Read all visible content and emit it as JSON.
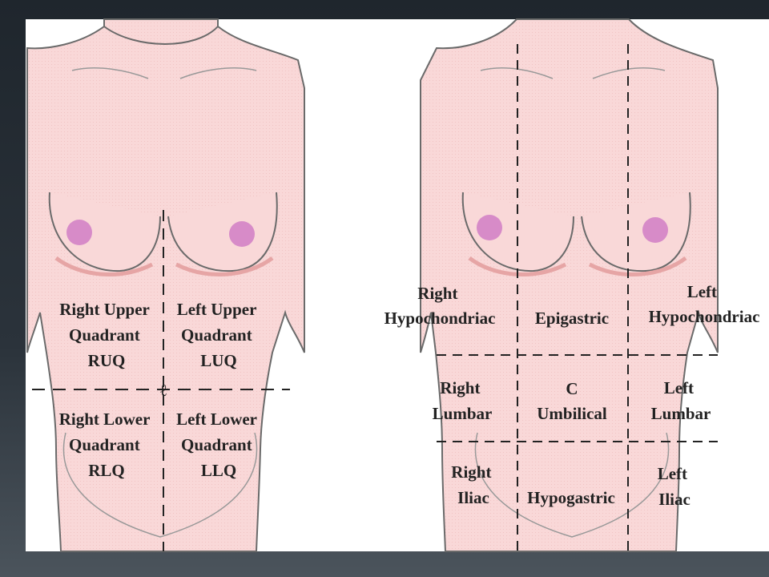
{
  "colors": {
    "skin": "#f9d8d8",
    "skin_dark": "#e6a5a5",
    "nipple": "#d78bc8",
    "outline": "#555555",
    "panel_bg": "#ffffff",
    "background": "#2b333b"
  },
  "quadrants": {
    "ruq": [
      "Right Upper",
      "Quadrant",
      "RUQ"
    ],
    "luq": [
      "Left Upper",
      "Quadrant",
      "LUQ"
    ],
    "rlq": [
      "Right Lower",
      "Quadrant",
      "RLQ"
    ],
    "llq": [
      "Left Lower",
      "Quadrant",
      "LLQ"
    ]
  },
  "regions": {
    "right_hypochondriac": [
      "Right",
      "Hypochondriac"
    ],
    "epigastric": [
      "Epigastric"
    ],
    "left_hypochondriac": [
      "Left",
      "Hypochondriac"
    ],
    "right_lumbar": [
      "Right",
      "Lumbar"
    ],
    "umbilical": [
      "Umbilical"
    ],
    "left_lumbar": [
      "Left",
      "Lumbar"
    ],
    "right_iliac": [
      "Right",
      "Iliac"
    ],
    "hypogastric": [
      "Hypogastric"
    ],
    "left_iliac": [
      "Left",
      "Iliac"
    ]
  }
}
